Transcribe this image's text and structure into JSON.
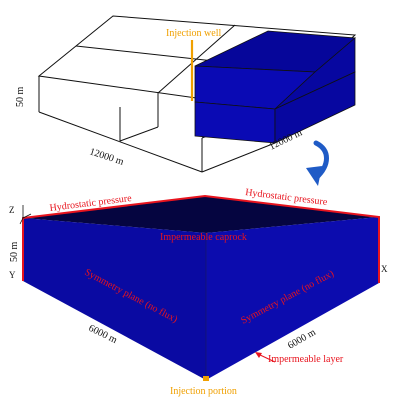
{
  "top_figure": {
    "injection_well_label": "Injection well",
    "height_label": "50 m",
    "width_label": "12000 m",
    "depth_label": "12000 m"
  },
  "bottom_figure": {
    "hydrostatic_left": "Hydrostatic pressure",
    "hydrostatic_right": "Hydrostatic pressure",
    "caprock_label": "Impermeable caprock",
    "symmetry_left": "Symmetry plane (no flux)",
    "symmetry_right": "Symmetry plane (no flux)",
    "height_label": "50 m",
    "left_length_label": "6000 m",
    "right_length_label": "6000 m",
    "impermeable_layer_label": "Impermeable layer",
    "injection_portion_label": "Injection portion",
    "axis_z": "Z",
    "axis_y": "Y",
    "axis_x": "X"
  },
  "colors": {
    "block_blue": "#0a0a9e",
    "top_blue": "#060640",
    "label_red": "#e8141e",
    "well_orange": "#f0a000",
    "arrow_blue": "#1f5bc6"
  }
}
